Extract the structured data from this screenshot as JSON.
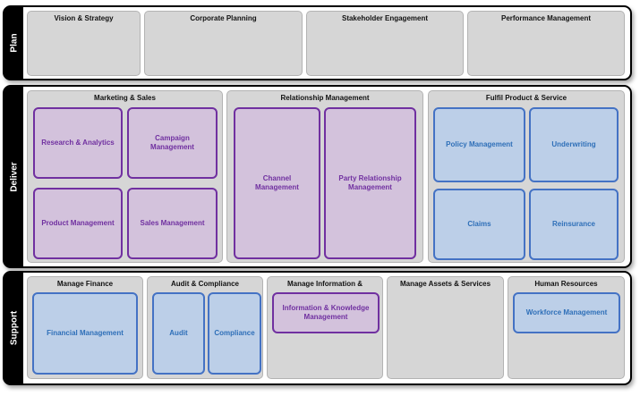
{
  "plan": {
    "label": "Plan",
    "groups": [
      {
        "title": "Vision & Strategy"
      },
      {
        "title": "Corporate Planning"
      },
      {
        "title": "Stakeholder Engagement"
      },
      {
        "title": "Performance Management"
      }
    ]
  },
  "deliver": {
    "label": "Deliver",
    "groups": [
      {
        "title": "Marketing & Sales",
        "items": [
          "Research & Analytics",
          "Campaign Management",
          "Product Management",
          "Sales Management"
        ]
      },
      {
        "title": "Relationship Management",
        "items": [
          "Channel Management",
          "Party Relationship Management"
        ]
      },
      {
        "title": "Fulfil Product & Service",
        "items": [
          "Policy Management",
          "Underwriting",
          "Claims",
          "Reinsurance"
        ]
      }
    ]
  },
  "support": {
    "label": "Support",
    "groups": [
      {
        "title": "Manage Finance",
        "items": [
          "Financial Management"
        ]
      },
      {
        "title": "Audit & Compliance",
        "items": [
          "Audit",
          "Compliance"
        ]
      },
      {
        "title": "Manage Information &",
        "items": [
          "Information & Knowledge Management"
        ]
      },
      {
        "title": "Manage Assets & Services"
      },
      {
        "title": "Human Resources",
        "items": [
          "Workforce Management"
        ]
      }
    ]
  },
  "colors": {
    "purple_fill": "#d3c2dc",
    "purple_border": "#7030a0",
    "blue_fill": "#bccfe8",
    "blue_border": "#4472c4",
    "group_fill": "#d6d6d6",
    "band_label": "#000000"
  }
}
